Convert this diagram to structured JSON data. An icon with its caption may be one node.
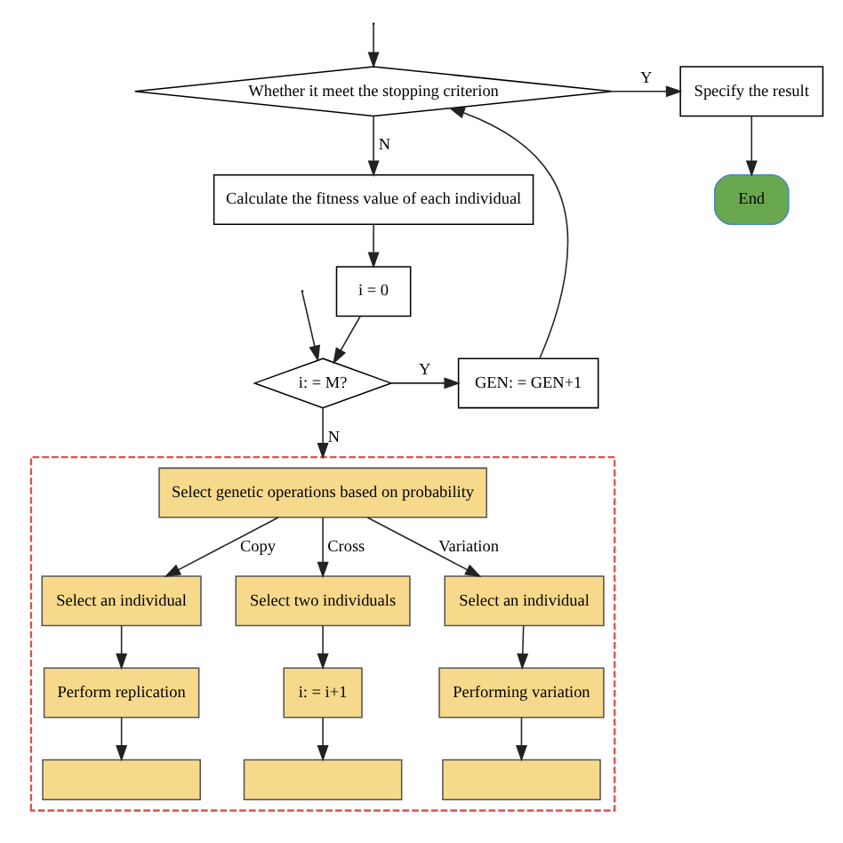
{
  "diagram": {
    "nodes": [
      {
        "text": [
          "Whether it meet the stopping criterion"
        ]
      },
      {
        "text": [
          "Specify the result"
        ]
      },
      {
        "text": [
          "End"
        ]
      },
      {
        "text": [
          "Calculate the fitness value of each individual"
        ]
      },
      {
        "text": [
          "i = 0"
        ]
      },
      {
        "text": [
          "GEN: = GEN+1"
        ]
      },
      {
        "text": [
          "i: = M?"
        ]
      },
      {
        "text": [],
        "shape": "box"
      },
      {
        "text": [
          "Select genetic operations based on probability"
        ],
        "in": 7
      },
      {
        "text": [
          "Select an individual"
        ],
        "in": 7
      },
      {
        "text": [
          "Select two individuals"
        ],
        "in": 7
      },
      {
        "text": [
          "Select an individual"
        ],
        "in": 7
      },
      {
        "text": [
          "Perform replication"
        ],
        "in": 7
      },
      {
        "text": [
          "i: = i+1"
        ],
        "in": 7
      },
      {
        "text": [
          "Performing variation"
        ],
        "in": 7
      },
      {
        "text": [],
        "shape": "box",
        "in": 7
      },
      {
        "text": [],
        "shape": "box",
        "in": 7
      },
      {
        "text": [],
        "shape": "box",
        "in": 7
      }
    ],
    "edges": [
      {
        "from": null,
        "to": 0,
        "arrow": "to"
      },
      {
        "from": 0,
        "to": 1,
        "arrow": "to",
        "label": "Y"
      },
      {
        "from": 1,
        "to": 2,
        "arrow": "to"
      },
      {
        "from": 0,
        "to": 3,
        "arrow": "to",
        "label": "N"
      },
      {
        "from": 3,
        "to": 4,
        "arrow": "to"
      },
      {
        "from": 4,
        "to": 6,
        "arrow": "to"
      },
      {
        "from": 6,
        "to": 5,
        "arrow": "to",
        "label": "Y"
      },
      {
        "from": 5,
        "to": 0,
        "arrow": "to"
      },
      {
        "from": 6,
        "to": 7,
        "arrow": "to",
        "label": "N"
      },
      {
        "from": 8,
        "to": 9,
        "arrow": "to",
        "label": "Copy"
      },
      {
        "from": 8,
        "to": 10,
        "arrow": "to",
        "label": "Cross"
      },
      {
        "from": 8,
        "to": 11,
        "arrow": "to",
        "label": "Variation"
      },
      {
        "from": 9,
        "to": 12,
        "arrow": "to"
      },
      {
        "from": 10,
        "to": 13,
        "arrow": "to"
      },
      {
        "from": 11,
        "to": 14,
        "arrow": "to"
      },
      {
        "from": 12,
        "to": 15,
        "arrow": "to"
      },
      {
        "from": 13,
        "to": 16,
        "arrow": "to"
      },
      {
        "from": 14,
        "to": 17,
        "arrow": "to"
      },
      {
        "from": null,
        "to": 6,
        "arrow": "to"
      }
    ]
  }
}
